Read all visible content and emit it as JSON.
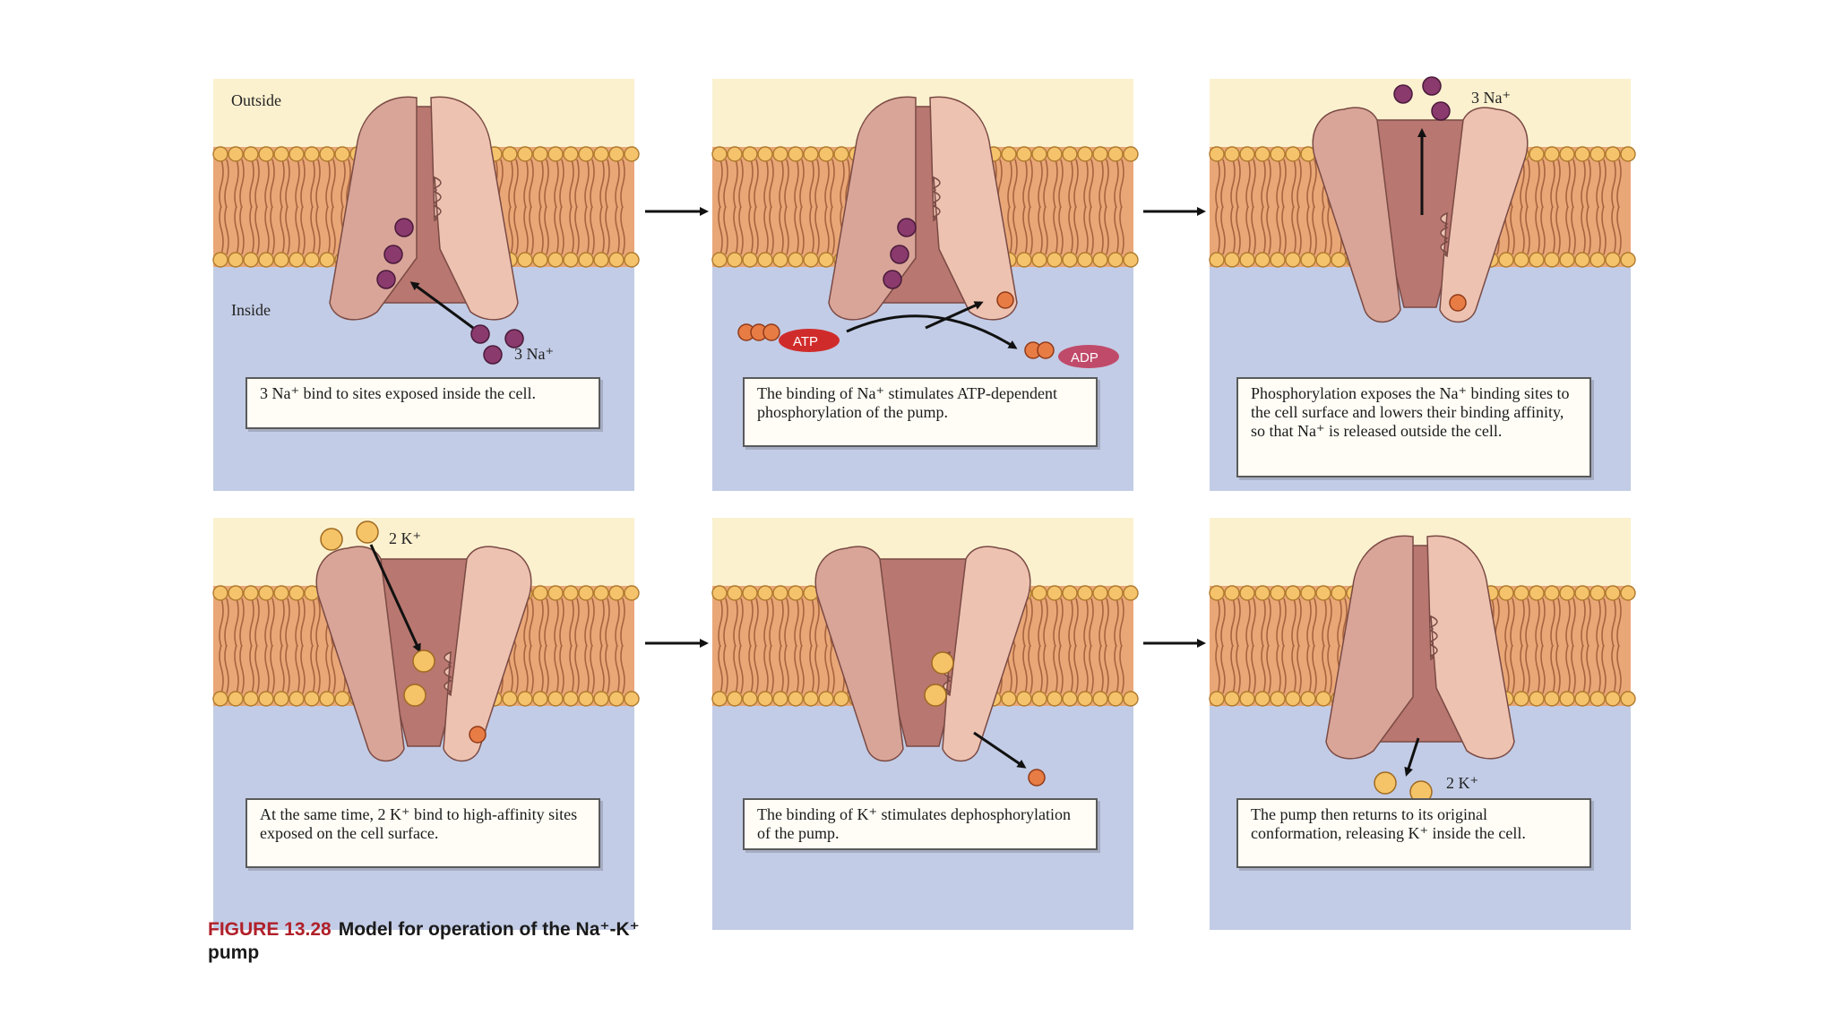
{
  "labels": {
    "outside": "Outside",
    "inside": "Inside"
  },
  "panels": [
    {
      "id": "p1",
      "ion_label": "3 Na⁺",
      "caption": "3 Na⁺ bind to sites exposed inside the cell."
    },
    {
      "id": "p2",
      "caption": "The binding of Na⁺ stimulates ATP-dependent phosphorylation of the pump.",
      "atp": "ATP",
      "adp": "ADP"
    },
    {
      "id": "p3",
      "ion_label": "3 Na⁺",
      "caption": "Phosphorylation exposes the Na⁺ binding sites to the cell surface and lowers their binding affinity, so that Na⁺ is released outside the cell."
    },
    {
      "id": "p4",
      "ion_label": "2 K⁺",
      "caption": "At the same time, 2 K⁺ bind to high-affinity sites exposed on the cell surface."
    },
    {
      "id": "p5",
      "caption": "The binding of K⁺ stimulates dephosphorylation of the pump."
    },
    {
      "id": "p6",
      "ion_label": "2 K⁺",
      "caption": "The pump then returns to its original conformation, releasing K⁺ inside the cell."
    }
  ],
  "figure": {
    "number": "FIGURE 13.28",
    "title": "Model for operation of the Na⁺-K⁺ pump"
  },
  "colors": {
    "outside_bg": "#fbf1cf",
    "inside_bg": "#c2cce6",
    "membrane_tail": "#e9a777",
    "lipid_head": "#f4c36b",
    "protein_left": "#d9a598",
    "protein_right": "#edc2b1",
    "protein_core": "#b87770",
    "sodium": "#8a3a6d",
    "potassium": "#f6c468",
    "phosphate": "#e87c45",
    "atp": "#d02b2b",
    "adp": "#c04a6a"
  }
}
